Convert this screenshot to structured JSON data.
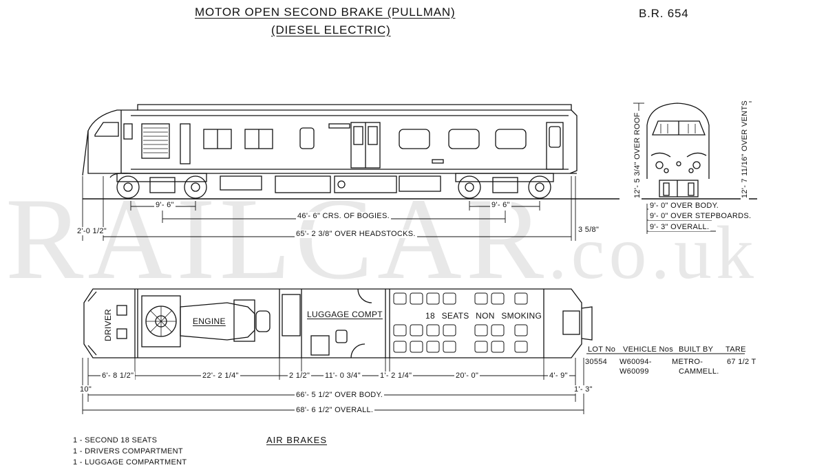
{
  "header": {
    "title_line1": "MOTOR OPEN SECOND BRAKE (PULLMAN)",
    "title_line2": "(DIESEL ELECTRIC)",
    "ref": "B.R. 654"
  },
  "watermark": {
    "main": "RAILCAR",
    "suffix": ".co.uk"
  },
  "side_dims": {
    "bogie_wb_left": "9'- 6\"",
    "bogie_wb_right": "9'- 6\"",
    "crs_bogies": "46'- 6\" CRS. OF BOGIES.",
    "over_headstocks": "65'- 2 3/8\" OVER HEADSTOCKS.",
    "left_overhang": "2'-0 1/2\"",
    "right_overhang": "3 5/8\""
  },
  "end_dims": {
    "over_roof": "12'- 5 3/4\" OVER ROOF",
    "over_vents": "12'- 7 11/16\" OVER VENTS",
    "over_body": "9'- 0\" OVER BODY.",
    "over_stepboards": "9'- 0\" OVER STEPBOARDS.",
    "overall": "9'- 3\" OVERALL."
  },
  "plan": {
    "driver": "DRIVER",
    "engine": "ENGINE",
    "luggage": "LUGGAGE COMPT",
    "seats": "18 SEATS NON SMOKING"
  },
  "plan_dims": {
    "d1": "6'- 8 1/2\"",
    "d2": "22'- 2 1/4\"",
    "d3": "2 1/2\"",
    "d4": "11'- 0 3/4\"",
    "d5": "1'- 2 1/4\"",
    "d6": "20'- 0\"",
    "d7": "4'- 9\"",
    "left_end": "10\"",
    "right_end": "1'- 3\"",
    "over_body": "66'- 5 1/2\" OVER BODY.",
    "overall": "68'- 6 1/2\" OVERALL."
  },
  "lot_table": {
    "headers": [
      "LOT No",
      "VEHICLE Nos",
      "BUILT BY",
      "TARE"
    ],
    "lot": "30554",
    "vehicles_1": "W60094-",
    "vehicles_2": "W60099",
    "built_1": "METRO-",
    "built_2": "CAMMELL.",
    "tare": "67 1/2 T"
  },
  "notes": [
    "1 - SECOND 18 SEATS",
    "1 - DRIVERS COMPARTMENT",
    "1 - LUGGAGE COMPARTMENT"
  ],
  "brakes": "AIR BRAKES"
}
